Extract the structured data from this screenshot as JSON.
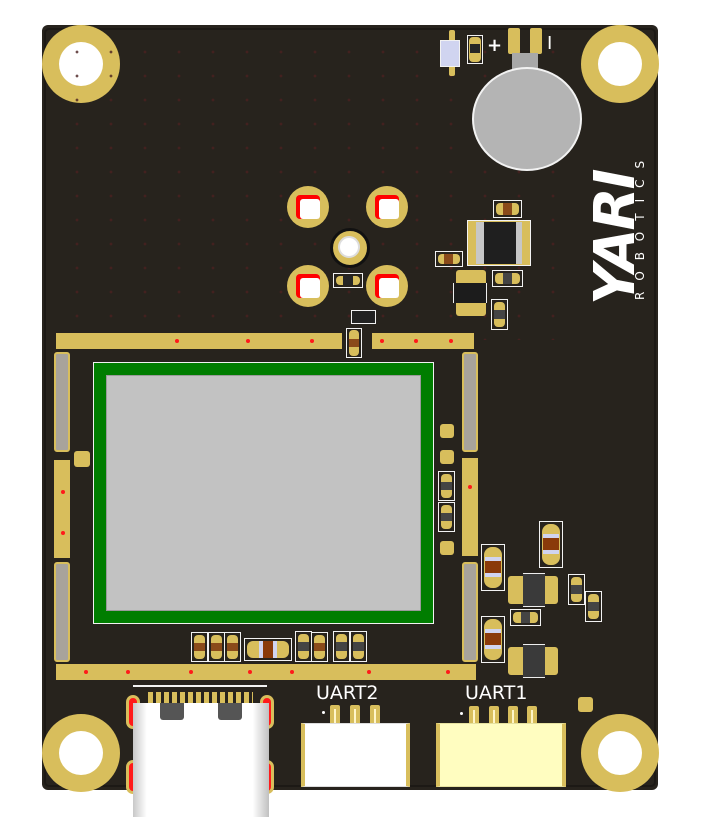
{
  "board": {
    "brand_logo": "YARI",
    "brand_subtitle": "ROBOTICS",
    "colors": {
      "pcb": "#27231d",
      "copper_gold": "#d8be5c",
      "silkscreen": "#f2f2f2",
      "module_frame": "#007d00",
      "module_shield": "#c2c2c2",
      "uart1_housing": "#fffdc0",
      "uart2_housing": "#ffffff"
    }
  },
  "buzzer": {
    "plus_label": "+",
    "minus_label": "I"
  },
  "connectors": {
    "uart2": {
      "label": "UART2",
      "pins": 3
    },
    "uart1": {
      "label": "UART1",
      "pins": 4
    },
    "usb": {
      "type": "USB-C"
    }
  }
}
